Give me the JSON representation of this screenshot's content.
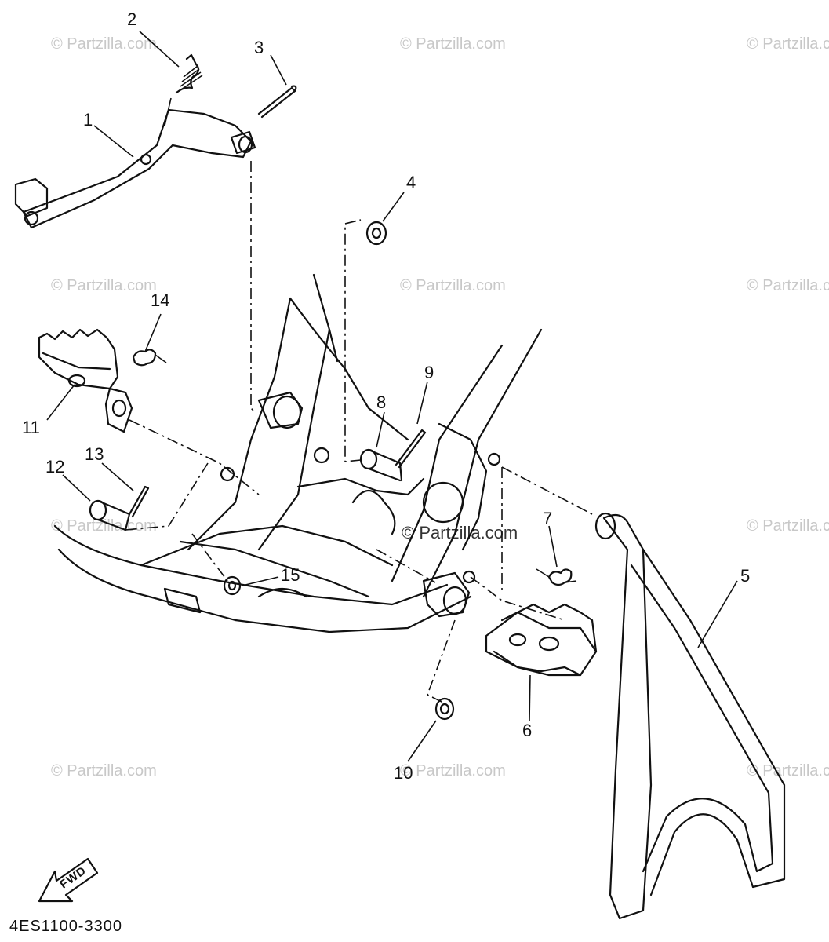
{
  "diagram_code": "4ES1100-3300",
  "fwd_label": "FWD",
  "watermark_text": "© Partzilla.com",
  "center_watermark_text": "© Partzilla.com",
  "callouts": [
    "1",
    "2",
    "3",
    "4",
    "5",
    "6",
    "7",
    "8",
    "9",
    "10",
    "11",
    "12",
    "13",
    "14",
    "15"
  ]
}
